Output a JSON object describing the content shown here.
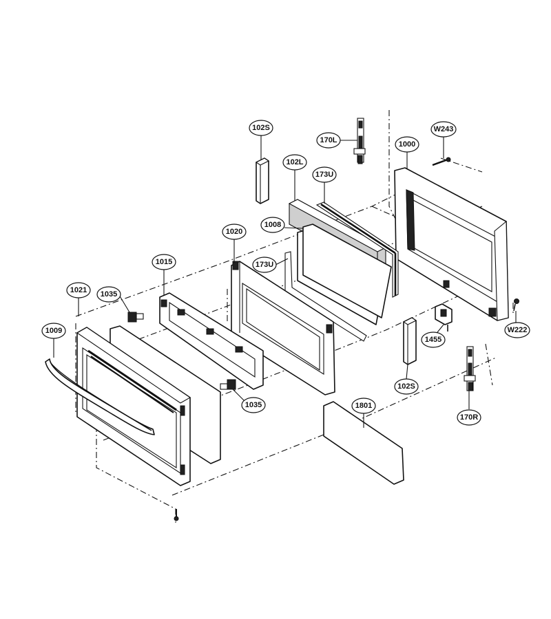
{
  "labels": {
    "p102S_top": "102S",
    "p170L": "170L",
    "pW243": "W243",
    "p1000": "1000",
    "p102L": "102L",
    "p173U_top": "173U",
    "p1020": "1020",
    "p1008": "1008",
    "p173U_mid": "173U",
    "p1015": "1015",
    "p1021": "1021",
    "p1035_top": "1035",
    "p1009": "1009",
    "p1455": "1455",
    "pW222": "W222",
    "p102S_bottom": "102S",
    "p1035_bottom": "1035",
    "p1801": "1801",
    "p170R": "170R"
  }
}
